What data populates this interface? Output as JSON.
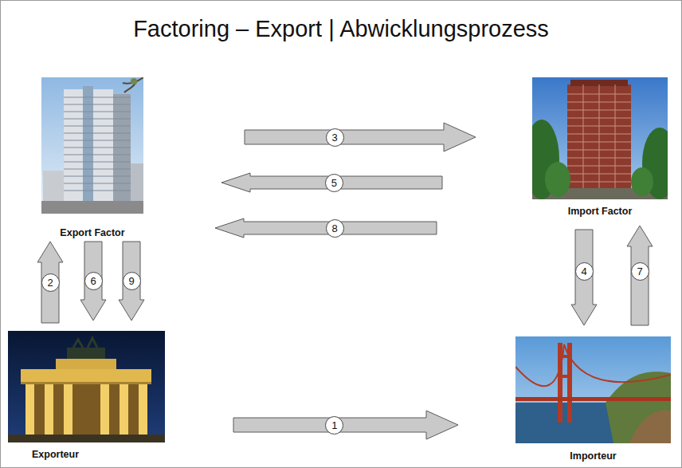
{
  "diagram": {
    "title": "Factoring – Export | Abwicklungsprozess",
    "nodes": [
      {
        "text": [
          "Export Factor"
        ]
      },
      {
        "text": [
          "Import Factor"
        ]
      },
      {
        "text": [
          "Exporteur"
        ]
      },
      {
        "text": [
          "Importeur"
        ]
      }
    ],
    "edges": [
      {
        "from": 2,
        "to": 3,
        "arrow": "to",
        "label": "1"
      },
      {
        "from": 2,
        "to": 0,
        "arrow": "to",
        "label": "2"
      },
      {
        "from": 0,
        "to": 1,
        "arrow": "to",
        "label": "3"
      },
      {
        "from": 1,
        "to": 3,
        "arrow": "to",
        "label": "4"
      },
      {
        "from": 1,
        "to": 0,
        "arrow": "to",
        "label": "5"
      },
      {
        "from": 0,
        "to": 2,
        "arrow": "to",
        "label": "6"
      },
      {
        "from": 3,
        "to": 1,
        "arrow": "to",
        "label": "7"
      },
      {
        "from": 1,
        "to": 0,
        "arrow": "to",
        "label": "8"
      },
      {
        "from": 0,
        "to": 2,
        "arrow": "to",
        "label": "9"
      }
    ]
  }
}
